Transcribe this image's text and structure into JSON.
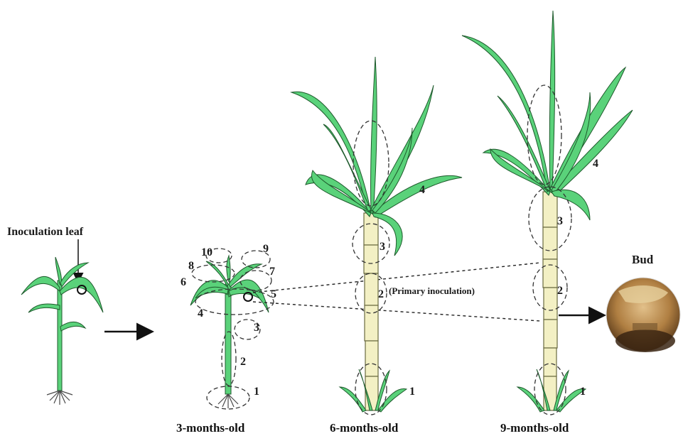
{
  "labels": {
    "inoculation_leaf": "Inoculation leaf",
    "bud": "Bud",
    "primary_inoculation": "(Primary inoculation)"
  },
  "captions": {
    "three_months": "3-months-old",
    "six_months": "6-months-old",
    "nine_months": "9-months-old"
  },
  "stage_numbers": {
    "three_months": [
      "1",
      "2",
      "3",
      "4",
      "5",
      "6",
      "7",
      "8",
      "9",
      "10"
    ],
    "six_months": [
      "1",
      "2",
      "3",
      "4"
    ],
    "nine_months": [
      "1",
      "2",
      "3",
      "4"
    ]
  },
  "colors": {
    "leaf": "#5ad27a",
    "leaf_outline": "#1e5a2c",
    "stalk": "#f3f0c4",
    "stalk_outline": "#6a6a40",
    "root": "#4a4a4a",
    "bud_photo": "#b88a4a"
  }
}
